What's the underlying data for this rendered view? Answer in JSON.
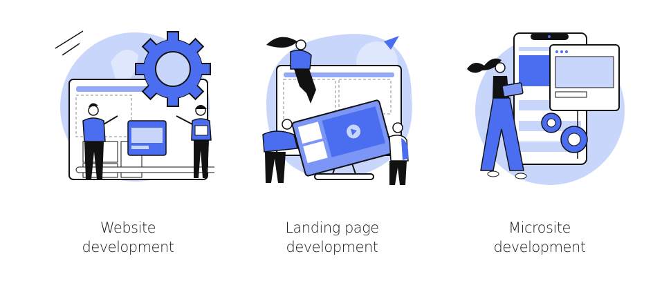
{
  "colors": {
    "accent": "#4b6ef0",
    "light_accent": "#c9d6fb",
    "pale": "#dfe7fd",
    "ink": "#111111",
    "background": "#ffffff"
  },
  "illustrations": [
    {
      "title_line1": "Website",
      "title_line2": "development",
      "icon": "website-development-illustration"
    },
    {
      "title_line1": "Landing page",
      "title_line2": "development",
      "icon": "landing-page-development-illustration"
    },
    {
      "title_line1": "Microsite",
      "title_line2": "development",
      "icon": "microsite-development-illustration"
    }
  ]
}
